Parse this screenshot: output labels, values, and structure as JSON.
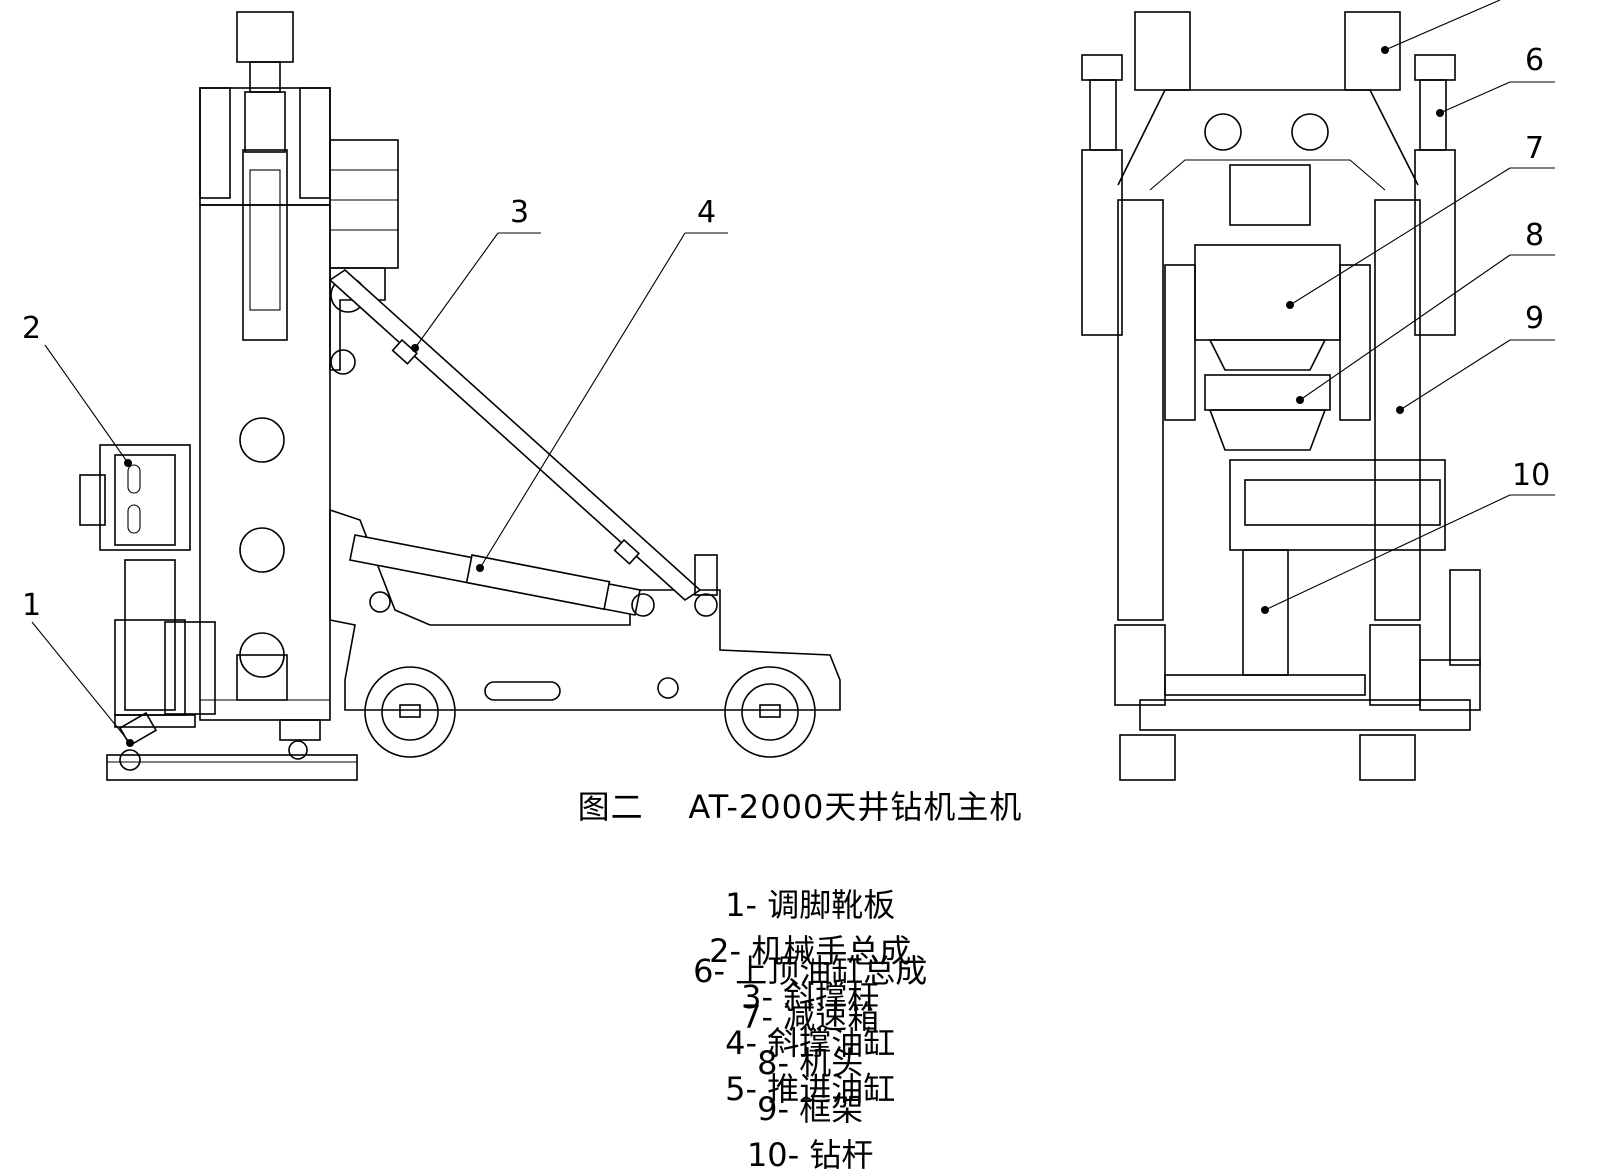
{
  "figure": {
    "caption": "图二    AT-2000天井钻机主机",
    "callouts": [
      "1",
      "2",
      "3",
      "4",
      "6",
      "7",
      "8",
      "9",
      "10"
    ],
    "legend_row_1": [
      "1- 调脚靴板",
      "2- 机械手总成",
      "3- 斜撑杆",
      "4- 斜撑油缸",
      "5- 推进油缸"
    ],
    "legend_row_2": [
      "6- 上顶油缸总成",
      "7- 减速箱",
      "8- 机头",
      "9- 框架",
      "10- 钻杆"
    ]
  }
}
